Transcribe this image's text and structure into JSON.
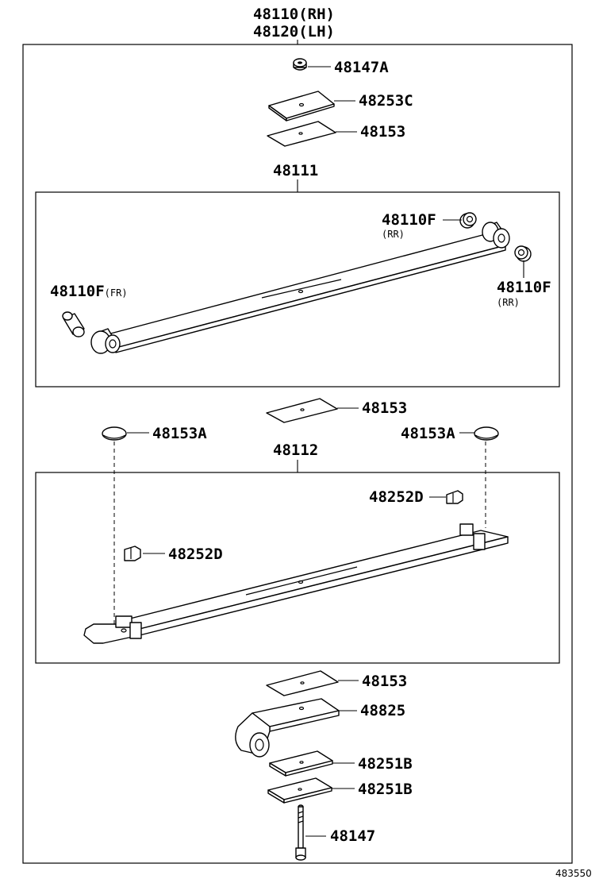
{
  "title": {
    "line1": "48110(RH)",
    "line2": "48120(LH)"
  },
  "top_parts": {
    "nut": "48147A",
    "plate": "48253C",
    "pad": "48153"
  },
  "main_leaf": {
    "label": "48111",
    "bushing_rr_upper": {
      "num": "48110F",
      "sub": "(RR)"
    },
    "bushing_rr_lower": {
      "num": "48110F",
      "sub": "(RR)"
    },
    "bushing_fr": {
      "num": "48110F",
      "sub": "(FR)"
    }
  },
  "middle_pad": "48153",
  "caps": {
    "left": "48153A",
    "right": "48153A"
  },
  "second_leaf": {
    "label": "48112",
    "clip_right": "48252D",
    "clip_left": "48252D"
  },
  "bottom_parts": {
    "pad": "48153",
    "leaf": "48825",
    "plate_upper": "48251B",
    "plate_lower": "48251B",
    "bolt": "48147"
  },
  "diagram_code": "483550"
}
